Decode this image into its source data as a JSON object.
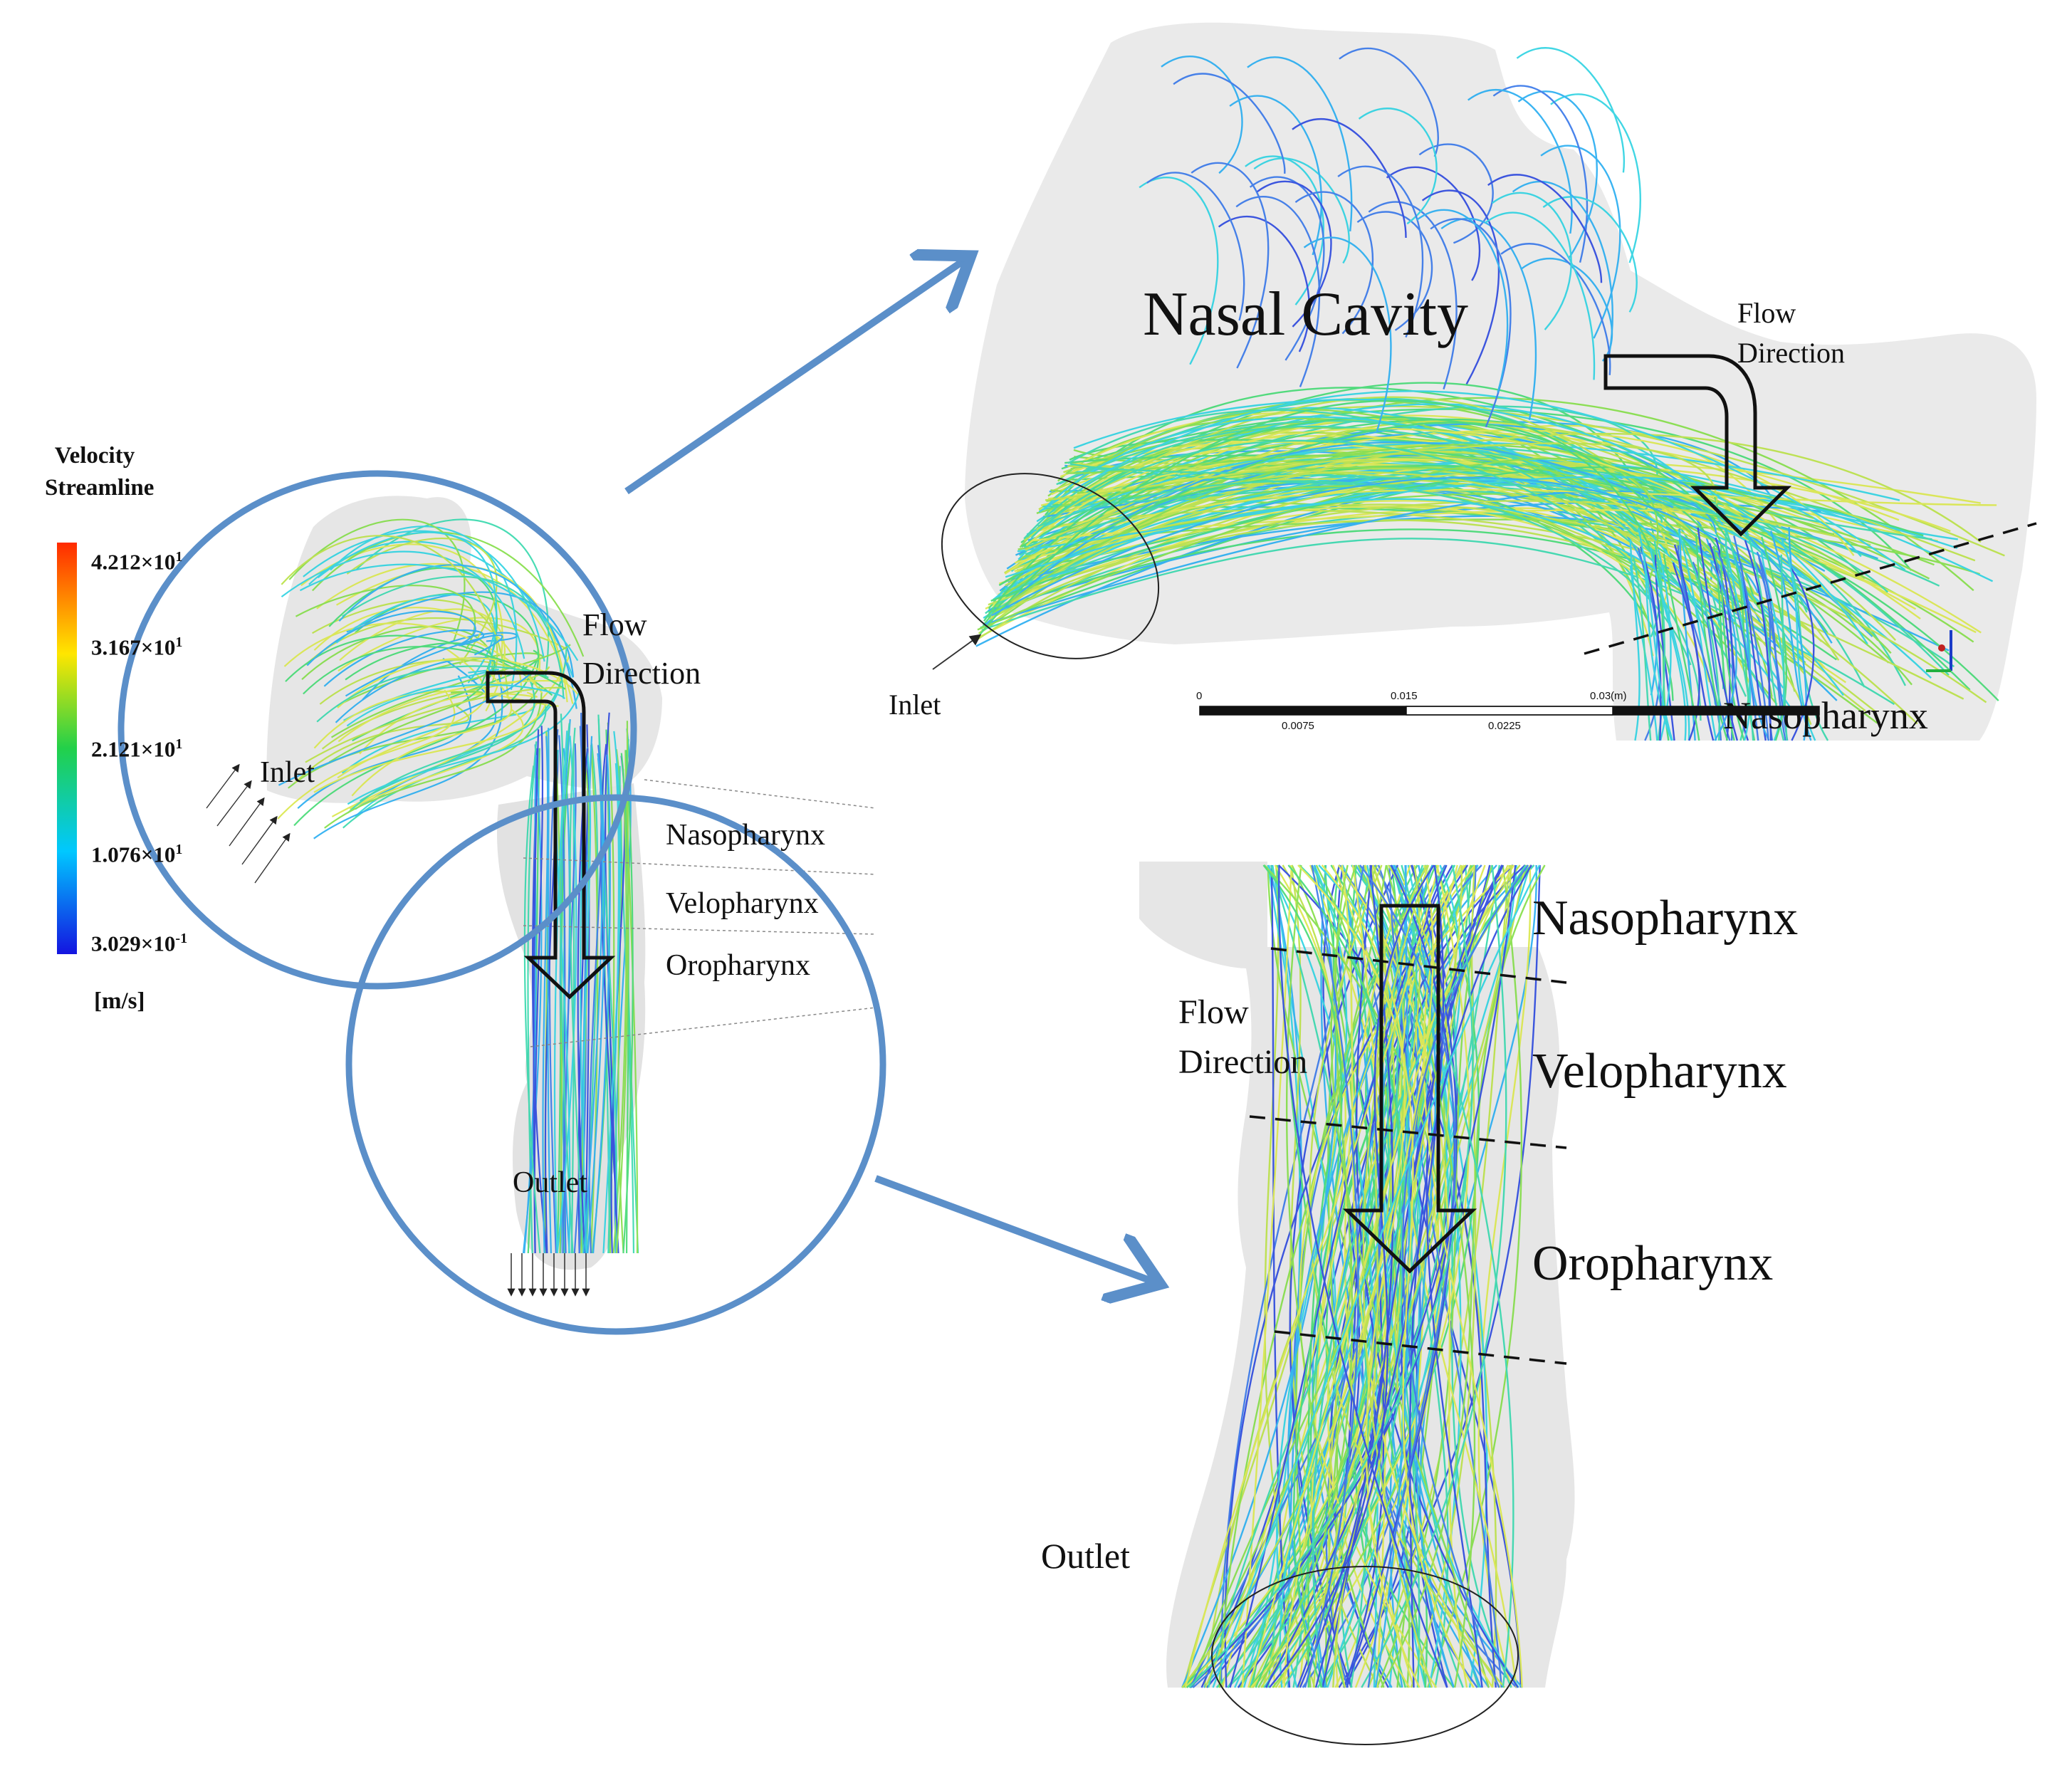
{
  "legend": {
    "title_line1": "Velocity",
    "title_line2": "Streamline",
    "ticks": [
      "4.212×10",
      "3.167×10",
      "2.121×10",
      "1.076×10",
      "3.029×10"
    ],
    "tick_exponents": [
      "1",
      "1",
      "1",
      "1",
      "-1"
    ],
    "unit": "[m/s]",
    "colors": [
      "#ff2a00",
      "#ffe600",
      "#22d04a",
      "#00c8ff",
      "#1414e0"
    ]
  },
  "overview": {
    "flow_direction_line1": "Flow",
    "flow_direction_line2": "Direction",
    "inlet": "Inlet",
    "outlet": "Outlet",
    "nasopharynx": "Nasopharynx",
    "velopharynx": "Velopharynx",
    "oropharynx": "Oropharynx"
  },
  "upper_detail": {
    "title": "Nasal Cavity",
    "flow_direction_line1": "Flow",
    "flow_direction_line2": "Direction",
    "inlet": "Inlet",
    "nasopharynx": "Nasopharynx",
    "scale_top": [
      "0",
      "0.015",
      "0.03",
      "(m)"
    ],
    "scale_bottom": [
      "0.0075",
      "0.0225"
    ]
  },
  "lower_detail": {
    "nasopharynx": "Nasopharynx",
    "velopharynx": "Velopharynx",
    "oropharynx": "Oropharynx",
    "flow_direction_line1": "Flow",
    "flow_direction_line2": "Direction",
    "outlet": "Outlet"
  },
  "colors": {
    "circle": "#5b8fc9",
    "arrow": "#5b8fc9",
    "tissue": "#dedede"
  }
}
